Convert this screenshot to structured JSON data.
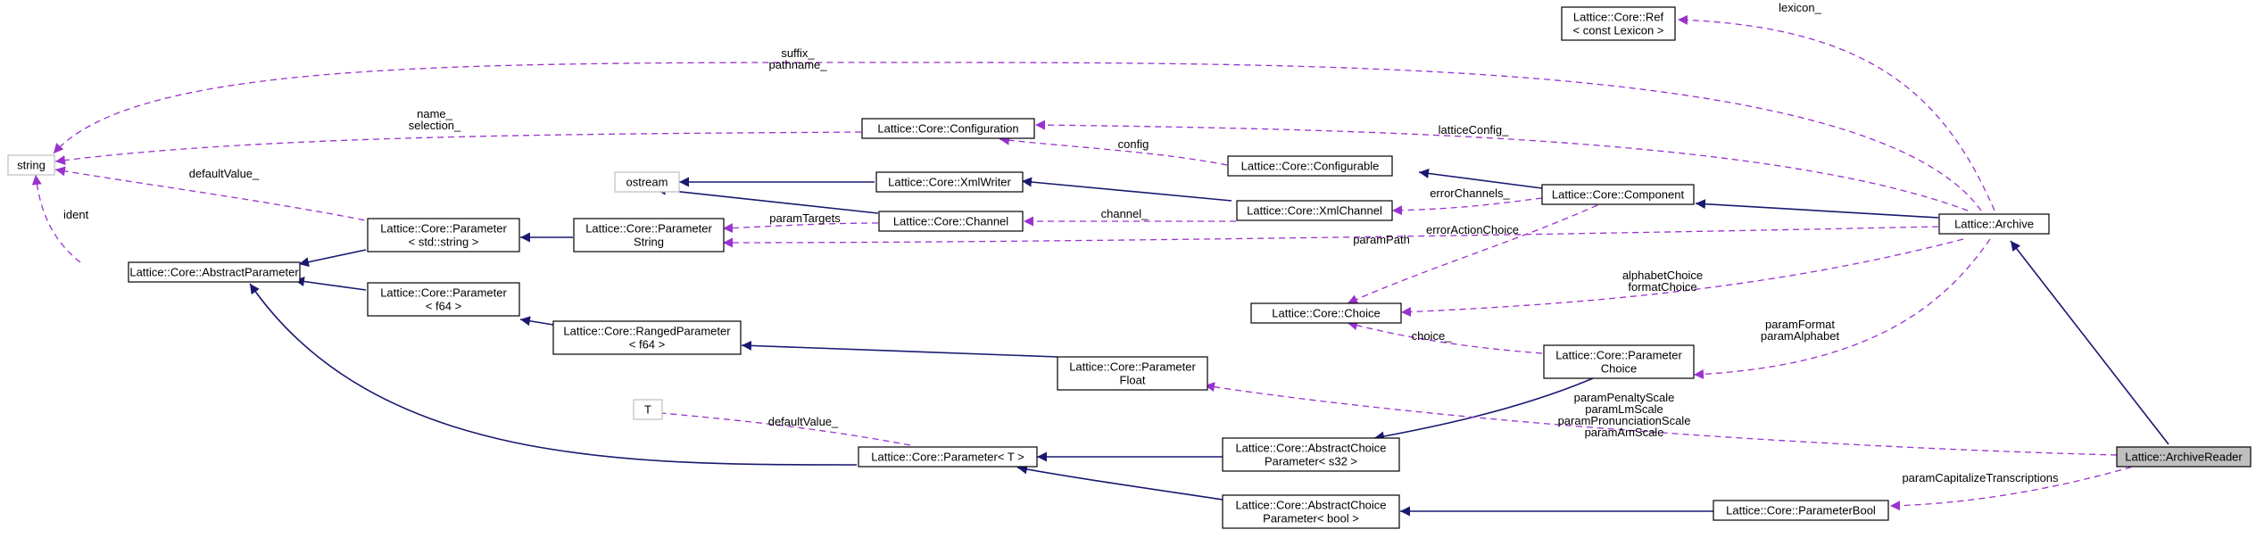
{
  "nodes": {
    "string": {
      "label": [
        "string"
      ]
    },
    "ostream": {
      "label": [
        "ostream"
      ]
    },
    "t": {
      "label": [
        "T"
      ]
    },
    "abstract_parameter": {
      "label": [
        "Lattice::Core::AbstractParameter"
      ]
    },
    "parameter_std_string": {
      "label": [
        "Lattice::Core::Parameter",
        "< std::string >"
      ]
    },
    "parameter_string": {
      "label": [
        "Lattice::Core::Parameter",
        "String"
      ]
    },
    "parameter_f64": {
      "label": [
        "Lattice::Core::Parameter",
        "< f64 >"
      ]
    },
    "ranged_parameter_f64": {
      "label": [
        "Lattice::Core::RangedParameter",
        "< f64 >"
      ]
    },
    "parameter_float": {
      "label": [
        "Lattice::Core::Parameter",
        "Float"
      ]
    },
    "parameter_t": {
      "label": [
        "Lattice::Core::Parameter< T >"
      ]
    },
    "abstract_choice_s32": {
      "label": [
        "Lattice::Core::AbstractChoice",
        "Parameter< s32 >"
      ]
    },
    "abstract_choice_bool": {
      "label": [
        "Lattice::Core::AbstractChoice",
        "Parameter< bool >"
      ]
    },
    "parameter_bool": {
      "label": [
        "Lattice::Core::ParameterBool"
      ]
    },
    "configuration": {
      "label": [
        "Lattice::Core::Configuration"
      ]
    },
    "xml_writer": {
      "label": [
        "Lattice::Core::XmlWriter"
      ]
    },
    "channel": {
      "label": [
        "Lattice::Core::Channel"
      ]
    },
    "configurable": {
      "label": [
        "Lattice::Core::Configurable"
      ]
    },
    "xml_channel": {
      "label": [
        "Lattice::Core::XmlChannel"
      ]
    },
    "component": {
      "label": [
        "Lattice::Core::Component"
      ]
    },
    "choice": {
      "label": [
        "Lattice::Core::Choice"
      ]
    },
    "parameter_choice": {
      "label": [
        "Lattice::Core::Parameter",
        "Choice"
      ]
    },
    "ref_lexicon": {
      "label": [
        "Lattice::Core::Ref",
        "< const Lexicon >"
      ]
    },
    "archive": {
      "label": [
        "Lattice::Archive"
      ]
    },
    "archive_reader": {
      "label": [
        "Lattice::ArchiveReader"
      ]
    }
  },
  "edge_labels": {
    "suffix_pathname": [
      "suffix_",
      "pathname_"
    ],
    "name_selection": [
      "name_",
      "selection_"
    ],
    "default_value_string": [
      "defaultValue_"
    ],
    "ident": [
      "ident"
    ],
    "lexicon": [
      "lexicon_"
    ],
    "lattice_config": [
      "latticeConfig_"
    ],
    "config": [
      "config"
    ],
    "error_channels": [
      "errorChannels_"
    ],
    "channel": [
      "channel_"
    ],
    "param_targets": [
      "paramTargets"
    ],
    "param_path": [
      "paramPath"
    ],
    "error_action_choice": [
      "errorActionChoice"
    ],
    "alphabet_format_choice": [
      "alphabetChoice",
      "formatChoice"
    ],
    "choice": [
      "choice_"
    ],
    "param_format_alphabet": [
      "paramFormat",
      "paramAlphabet"
    ],
    "default_value_t": [
      "defaultValue_"
    ],
    "param_scales": [
      "paramPenaltyScale",
      "paramLmScale",
      "paramPronunciationScale",
      "paramAmScale"
    ],
    "param_capitalize": [
      "paramCapitalizeTranscriptions"
    ]
  },
  "colors": {
    "inheritance_edge": "#191970",
    "usage_edge": "#9a32cd",
    "focus_node_fill": "#bfbfbf",
    "external_node_border": "#bfbfbf"
  }
}
